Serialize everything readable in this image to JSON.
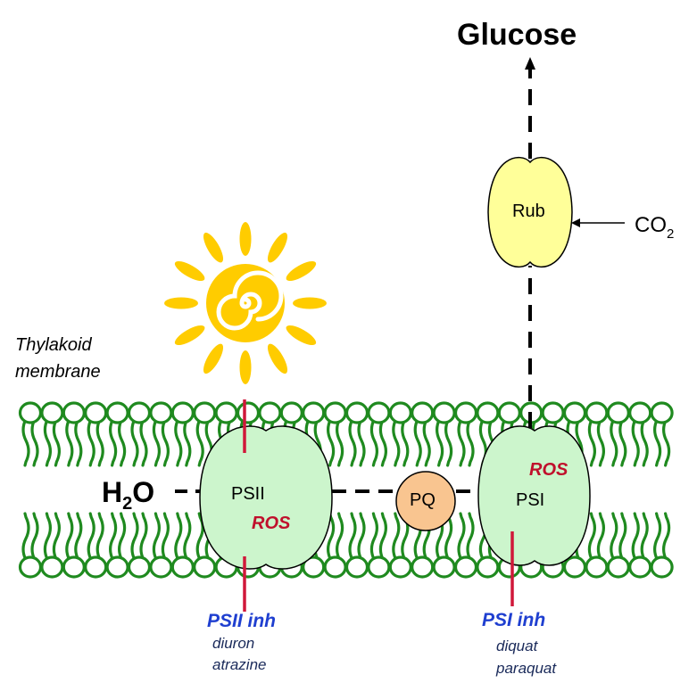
{
  "labels": {
    "glucose": "Glucose",
    "membrane_line1": "Thylakoid",
    "membrane_line2": "membrane",
    "water_h": "H",
    "water_sub": "2",
    "water_o": "O",
    "co2_main": "CO",
    "co2_sub": "2",
    "rubisco": "Rub",
    "psii": "PSII",
    "psi": "PSI",
    "plastoquinone": "PQ",
    "ros_psii": "ROS",
    "ros_psi": "ROS",
    "psii_inhibitor": "PSII inh",
    "psii_inhibitor_examples": [
      "diuron",
      "atrazine"
    ],
    "psi_inhibitor": "PSI inh",
    "psi_inhibitor_examples": [
      "diquat",
      "paraquat"
    ]
  },
  "colors": {
    "membrane_green": "#1f8a1f",
    "photosystem_fill": "#ccf5cc",
    "rubisco_fill": "#ffff99",
    "pq_fill": "#f9c590",
    "sun_yellow": "#ffcc00",
    "inhibitor_line": "#d0183a",
    "ros_red": "#c0102c",
    "inhibitor_blue": "#1f3fd0"
  }
}
